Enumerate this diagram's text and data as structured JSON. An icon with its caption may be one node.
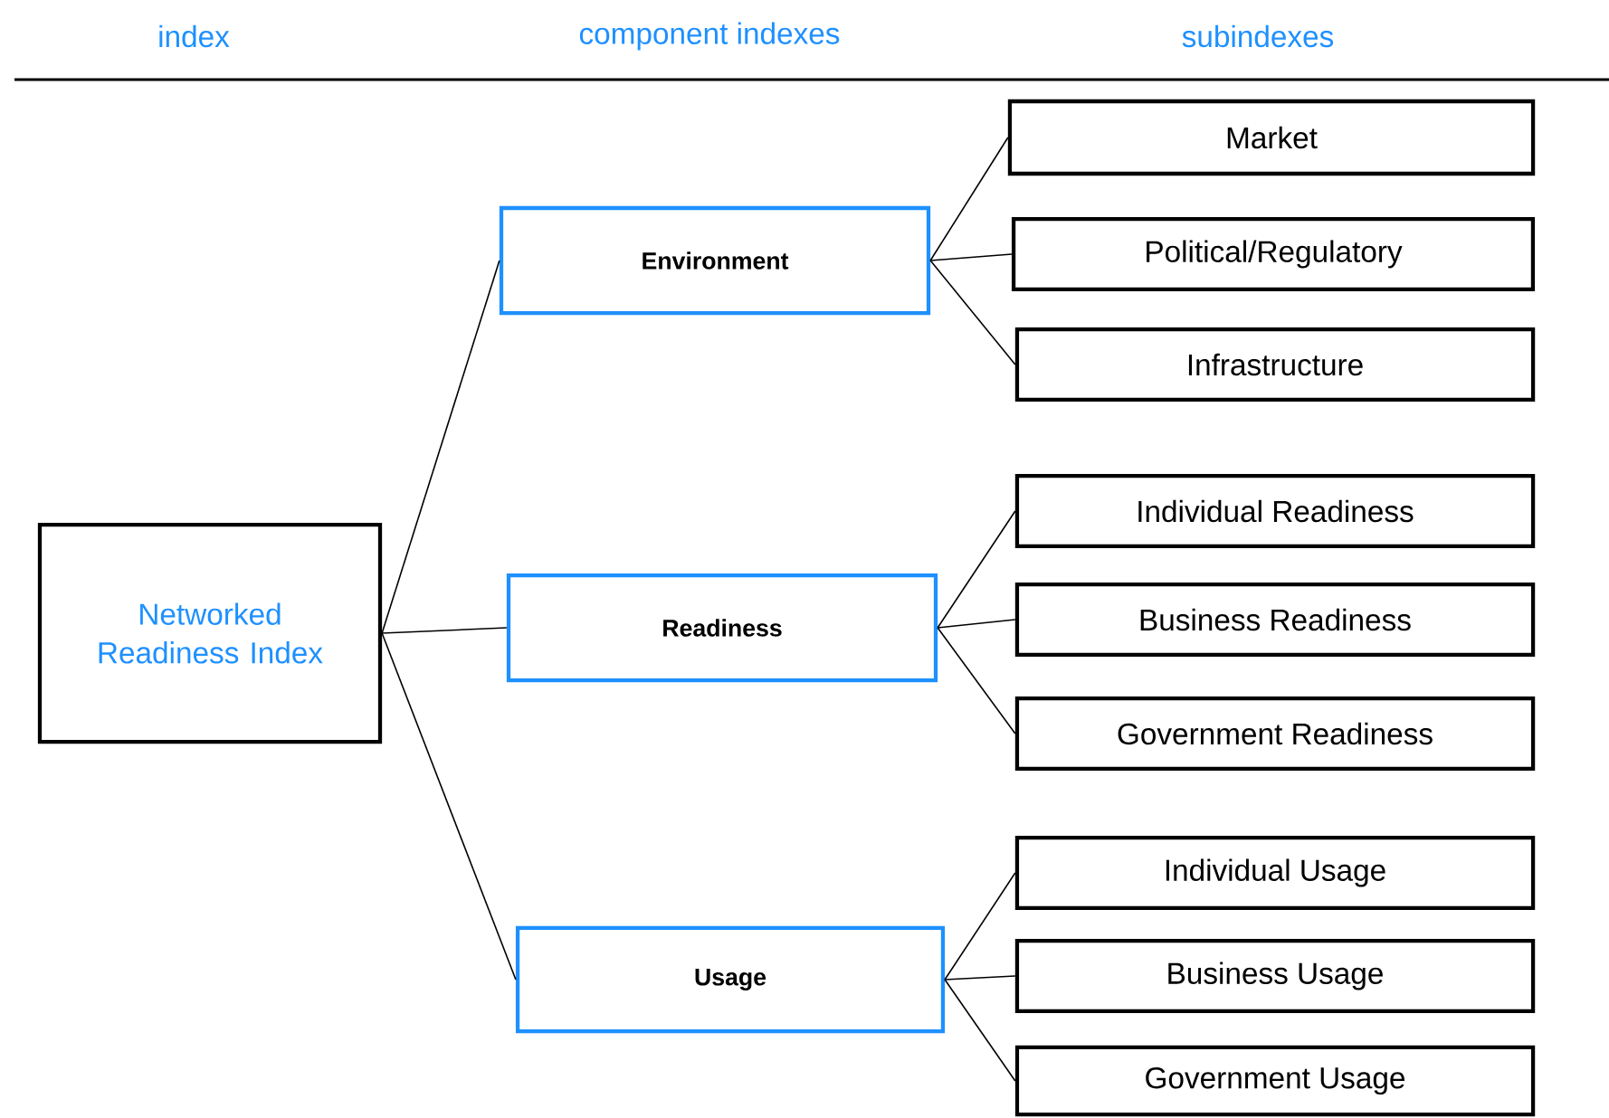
{
  "diagram": {
    "nodes": [
      {
        "text": [
          "Networked Readiness Index"
        ]
      },
      {
        "text": [
          "Environment"
        ]
      },
      {
        "text": [
          "Readiness"
        ]
      },
      {
        "text": [
          "Usage"
        ]
      },
      {
        "text": [
          "Market"
        ]
      },
      {
        "text": [
          "Political/Regulatory"
        ]
      },
      {
        "text": [
          "Infrastructure"
        ]
      },
      {
        "text": [
          "Individual Readiness"
        ]
      },
      {
        "text": [
          "Business Readiness"
        ]
      },
      {
        "text": [
          "Government Readiness"
        ]
      },
      {
        "text": [
          "Individual Usage"
        ]
      },
      {
        "text": [
          "Business Usage"
        ]
      },
      {
        "text": [
          "Government Usage"
        ]
      }
    ],
    "edges": [
      {
        "from": 0,
        "to": 1,
        "arrow": "none"
      },
      {
        "from": 0,
        "to": 2,
        "arrow": "none"
      },
      {
        "from": 0,
        "to": 3,
        "arrow": "none"
      },
      {
        "from": 1,
        "to": 4,
        "arrow": "none"
      },
      {
        "from": 1,
        "to": 5,
        "arrow": "none"
      },
      {
        "from": 1,
        "to": 6,
        "arrow": "none"
      },
      {
        "from": 2,
        "to": 7,
        "arrow": "none"
      },
      {
        "from": 2,
        "to": 8,
        "arrow": "none"
      },
      {
        "from": 2,
        "to": 9,
        "arrow": "none"
      },
      {
        "from": 3,
        "to": 10,
        "arrow": "none"
      },
      {
        "from": 3,
        "to": 11,
        "arrow": "none"
      },
      {
        "from": 3,
        "to": 12,
        "arrow": "none"
      }
    ],
    "labels": [
      "index",
      "component indexes",
      "subindexes"
    ]
  }
}
